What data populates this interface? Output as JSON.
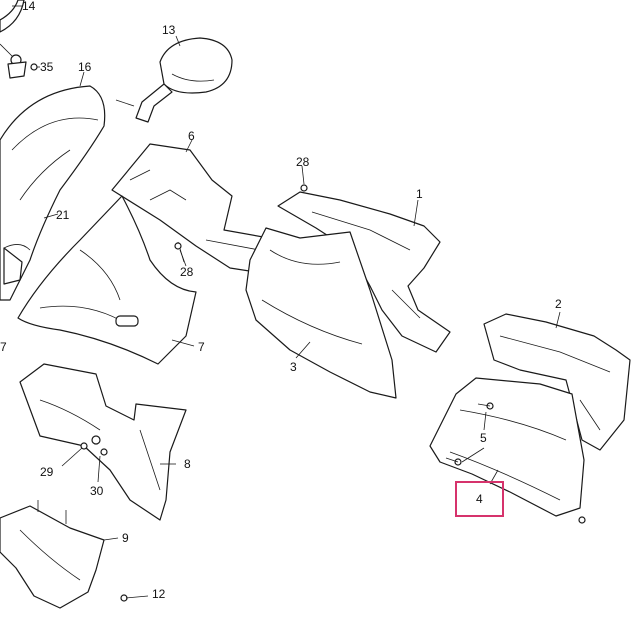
{
  "callouts": {
    "c1": "1",
    "c2": "2",
    "c3": "3",
    "c4": "4",
    "c5": "5",
    "c6": "6",
    "c7a": "7",
    "c7b": "7",
    "c8": "8",
    "c9": "9",
    "c12": "12",
    "c13": "13",
    "c14": "14",
    "c16": "16",
    "c21": "21",
    "c28a": "28",
    "c28b": "28",
    "c29": "29",
    "c30": "30",
    "c35": "35"
  },
  "highlight": {
    "callout": "4",
    "color": "#d6336c"
  }
}
